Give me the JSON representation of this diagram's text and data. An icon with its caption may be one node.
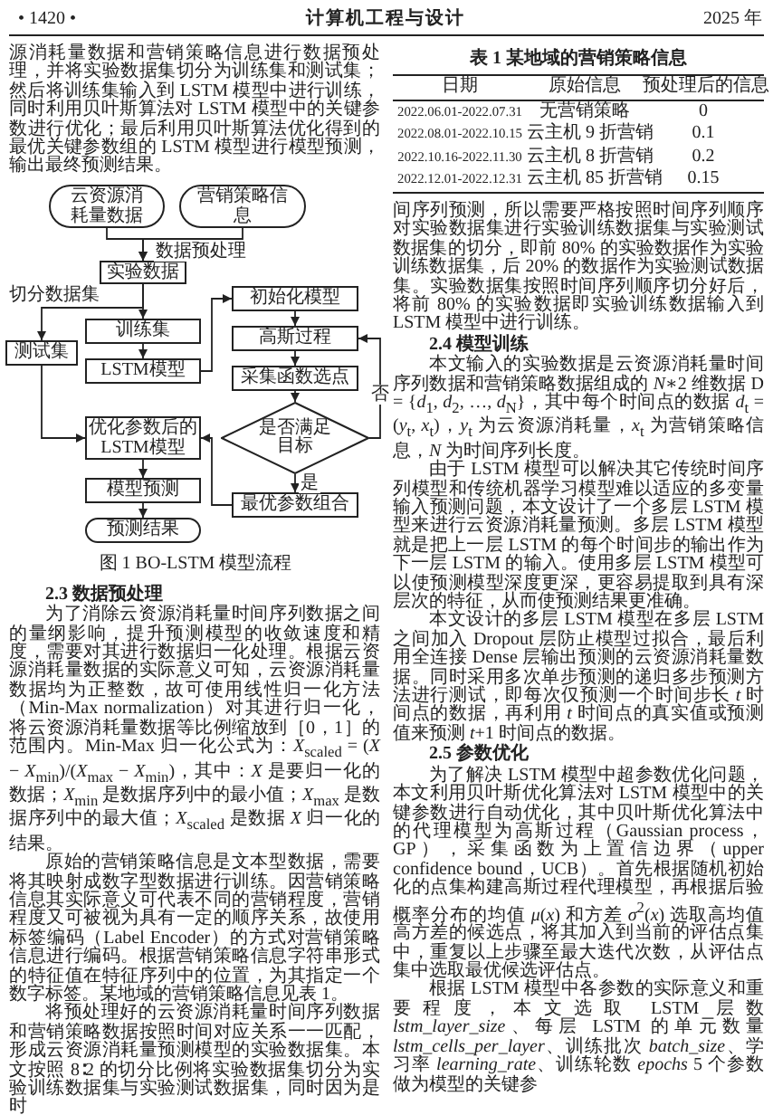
{
  "diagram": {
    "caption": "图 1 BO-LSTM 模型流程",
    "nodes": [
      {
        "text": [
          "云资源消耗量数据"
        ]
      },
      {
        "text": [
          "营销策略信息"
        ]
      },
      {
        "text": [
          "实验数据"
        ]
      },
      {
        "text": [
          "训练集"
        ]
      },
      {
        "text": [
          "测试集"
        ]
      },
      {
        "text": [
          "LSTM模型"
        ]
      },
      {
        "text": [
          "初始化模型"
        ]
      },
      {
        "text": [
          "高斯过程"
        ]
      },
      {
        "text": [
          "采集函数选点"
        ]
      },
      {
        "text": [
          "是否满足目标"
        ]
      },
      {
        "text": [
          "优化参数后的LSTM模型"
        ]
      },
      {
        "text": [
          "最优参数组合"
        ]
      },
      {
        "text": [
          "模型预测"
        ]
      },
      {
        "text": [
          "预测结果"
        ]
      }
    ],
    "edges": [
      {
        "from": 0,
        "to": 2,
        "arrow": "to",
        "label": "数据预处理"
      },
      {
        "from": 1,
        "to": 2,
        "arrow": "to"
      },
      {
        "from": 2,
        "to": 3,
        "arrow": "to"
      },
      {
        "from": 2,
        "to": 4,
        "arrow": "to",
        "label": "切分数据集"
      },
      {
        "from": 3,
        "to": 5,
        "arrow": "to"
      },
      {
        "from": 5,
        "to": 6,
        "arrow": "to"
      },
      {
        "from": 6,
        "to": 7,
        "arrow": "to"
      },
      {
        "from": 7,
        "to": 8,
        "arrow": "to"
      },
      {
        "from": 8,
        "to": 9,
        "arrow": "to"
      },
      {
        "from": 9,
        "to": 7,
        "arrow": "to",
        "label": "否"
      },
      {
        "from": 9,
        "to": 11,
        "arrow": "to",
        "label": "是"
      },
      {
        "from": 11,
        "to": 10,
        "arrow": "to"
      },
      {
        "from": 4,
        "to": 10,
        "arrow": "to"
      },
      {
        "from": 10,
        "to": 12,
        "arrow": "to"
      },
      {
        "from": 12,
        "to": 13,
        "arrow": "to"
      }
    ],
    "labels": [
      "• 1420 •",
      "计算机工程与设计",
      "2025 年",
      "源消耗量数据和营销策略信息进行数据预处理，并将实验数据集切分为训练集和测试集；然后将训练集输入到 LSTM 模型中进行训练，同时利用贝叶斯算法对 LSTM 模型中的关键参数进行优化；最后利用贝叶斯算法优化得到的最优关键参数组的 LSTM 模型进行模型预测，输出最终预测结果。",
      "2.3 数据预处理",
      "为了消除云资源消耗量时间序列数据之间的量纲影响，提升预测模型的收敛速度和精度，需要对其进行数据归一化处理。根据云资源消耗量数据的实际意义可知，云资源消耗量数据均为正整数，故可使用线性归一化方法（Min-Max normalization）对其进行归一化，将云资源消耗量数据等比例缩放到［0，1］的范围内。Min-Max 归一化公式为：*X*$_{scaled}$ = (*X* − *X*$_{min}$)/(*X*$_{max}$ − *X*$_{min}$)，其中：*X* 是要归一化的数据；*X*$_{min}$ 是数据序列中的最小值；*X*$_{max}$ 是数据序列中的最大值；*X*$_{scaled}$ 是数据 *X* 归一化的结果。",
      "原始的营销策略信息是文本型数据，需要将其映射成数字型数据进行训练。因营销策略信息其实际意义可代表不同的营销程度，营销程度又可被视为具有一定的顺序关系，故使用标签编码（Label Encoder）的方式对营销策略信息进行编码。根据营销策略信息字符串形式的特征值在特征序列中的位置，为其指定一个数字标签。某地域的营销策略信息见表 1。",
      "将预处理好的云资源消耗量时间序列数据和营销策略数据按照时间对应关系一一匹配，形成云资源消耗量预测模型的实验数据集。本文按照 8∶2 的切分比例将实验数据集切分为实验训练数据集与实验测试数据集，同时因为是时",
      "表 1 某地域的营销策略信息",
      "日期",
      "原始信息",
      "预处理后的信息",
      "2022.06.01-2022.07.31",
      "无营销策略",
      "0",
      "2022.08.01-2022.10.15",
      "云主机 9 折营销",
      "0.1",
      "2022.10.16-2022.11.30",
      "云主机 8 折营销",
      "0.2",
      "2022.12.01-2022.12.31",
      "云主机 85 折营销",
      "0.15",
      "间序列预测，所以需要严格按照时间序列顺序对实验数据集进行实验训练数据集与实验测试数据集的切分，即前 80% 的实验数据作为实验训练数据集，后 20% 的数据作为实验测试数据集。实验数据集按照时间序列顺序切分好后，将前 80% 的实验数据即实验训练数据输入到 LSTM 模型中进行训练。",
      "2.4 模型训练",
      "本文输入的实验数据是云资源消耗量时间序列数据和营销策略数据组成的 *N*∗2 维数据 D = {*d*$_{1}$, *d*$_{2}$, …, *d*$_{N}$}，其中每个时间点的数据 *d*$_{t}$ = (*y*$_{t}$, *x*$_{t}$)，*y*$_{t}$ 为云资源消耗量，*x*$_{t}$ 为营销策略信息，*N* 为时间序列长度。",
      "由于 LSTM 模型可以解决其它传统时间序列模型和传统机器学习模型难以适应的多变量输入预测问题，本文设计了一个多层 LSTM 模型来进行云资源消耗量预测。多层 LSTM 模型就是把上一层 LSTM 的每个时间步的输出作为下一层 LSTM 的输入。使用多层 LSTM 模型可以使预测模型深度更深，更容易提取到具有深层次的特征，从而使预测结果更准确。",
      "本文设计的多层 LSTM 模型在多层 LSTM 之间加入 Dropout 层防止模型过拟合，最后利用全连接 Dense 层输出预测的云资源消耗量数据。同时采用多次单步预测的递归多步预测方法进行测试，即每次仅预测一个时间步长 *t* 时间点的数据，再利用 *t* 时间点的真实值或预测值来预测 *t*+1 时间点的数据。",
      "2.5 参数优化",
      "为了解决 LSTM 模型中超参数优化问题，本文利用贝叶斯优化算法对 LSTM 模型中的关键参数进行自动优化，其中贝叶斯优化算法中的代理模型为高斯过程（Gaussian process，GP），采集函数为上置信边界（upper confidence bound，UCB）。首先根据随机初始化的点集构建高斯过程代理模型，再根据后验概率分布的均值 *μ*(*x*) 和方差 *σ*$^{2}$(*x*) 选取高均值高方差的候选点，将其加入到当前的评估点集中，重复以上步骤至最大迭代次数，从评估点集中选取最优候选评估点。",
      "根据 LSTM 模型中各参数的实际意义和重要程度，本文选取 LSTM 层数 *lstm_layer_size*、每层 LSTM 的单元数量 *lstm_cells_per_layer*、训练批次 *batch_size*、学习率 *learning_rate*、训练轮数 *epochs* 5 个参数做为模型的关键参"
    ]
  }
}
